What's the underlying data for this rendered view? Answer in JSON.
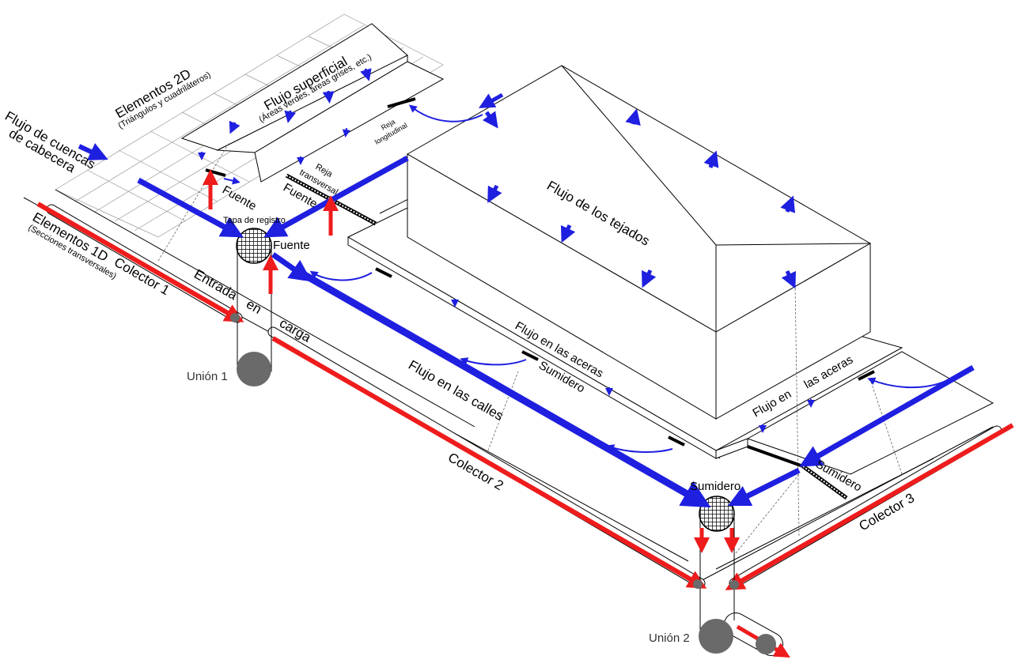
{
  "colors": {
    "surface_flow": "#1f1fe0",
    "pipe_flow": "#ee1c1c",
    "node": "#6a6a6a",
    "outline": "#000000"
  },
  "labels": {
    "elementos_2d": "Elementos 2D",
    "elementos_2d_sub": "(Triángulos y cuadriláteros)",
    "flujo_superficial": "Flujo superficial",
    "flujo_superficial_sub": "(Áreas verdes, áreas grises, etc.)",
    "flujo_cuencas_1": "Flujo de cuencas",
    "flujo_cuencas_2": "de cabecera",
    "reja_longitudinal_1": "Reja",
    "reja_longitudinal_2": "longitudinal",
    "reja_transversal_1": "Reja",
    "reja_transversal_2": "transversal",
    "fuente_1": "Fuente",
    "fuente_2": "Fuente",
    "fuente_3": "Fuente",
    "tapa_registro": "Tapa de registro",
    "elementos_1d": "Elementos 1D",
    "elementos_1d_sub": "(Secciones transversales)",
    "colector_1": "Colector 1",
    "entrada_1": "Entrada",
    "entrada_2": "en",
    "entrada_3": "carga",
    "union_1": "Unión 1",
    "flujo_tejados": "Flujo de los tejados",
    "flujo_aceras_1": "Flujo en las aceras",
    "flujo_aceras_2": "Flujo en",
    "flujo_aceras_3": "las aceras",
    "sumidero_1": "Sumidero",
    "sumidero_2": "Sumidero",
    "sumidero_3": "Sumidero",
    "flujo_calles": "Flujo en las calles",
    "colector_2": "Colector 2",
    "colector_3": "Colector 3",
    "union_2": "Unión 2"
  }
}
